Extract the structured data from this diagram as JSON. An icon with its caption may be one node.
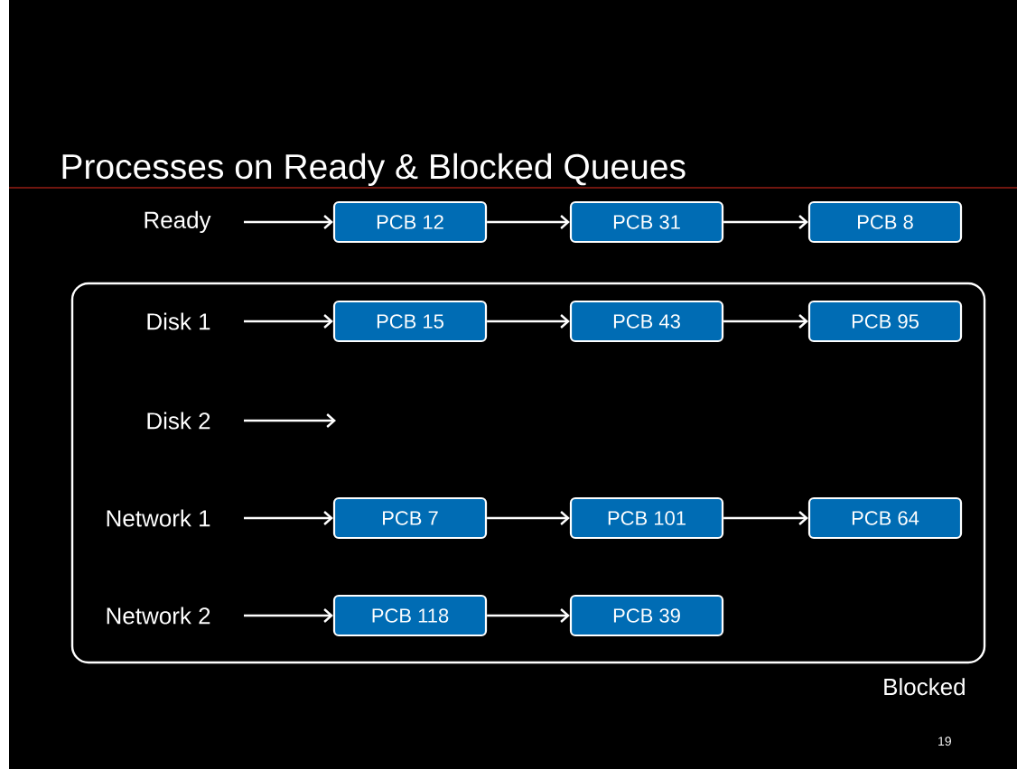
{
  "diagram": {
    "title": "Processes on Ready & Blocked Queues",
    "nodes": [
      {
        "text": [
          "Ready"
        ]
      },
      {
        "text": [
          "PCB 12"
        ]
      },
      {
        "text": [
          "PCB 31"
        ]
      },
      {
        "text": [
          "PCB 8"
        ]
      },
      {
        "text": [
          "Blocked"
        ]
      },
      {
        "text": [
          "Disk 1"
        ],
        "in": 4
      },
      {
        "text": [
          "PCB 15"
        ],
        "in": 4
      },
      {
        "text": [
          "PCB 43"
        ],
        "in": 4
      },
      {
        "text": [
          "PCB 95"
        ],
        "in": 4
      },
      {
        "text": [
          "Disk 2"
        ],
        "in": 4
      },
      {
        "text": [
          "Network 1"
        ],
        "in": 4
      },
      {
        "text": [
          "PCB 7"
        ],
        "in": 4
      },
      {
        "text": [
          "PCB 101"
        ],
        "in": 4
      },
      {
        "text": [
          "PCB 64"
        ],
        "in": 4
      },
      {
        "text": [
          "Network 2"
        ],
        "in": 4
      },
      {
        "text": [
          "PCB 118"
        ],
        "in": 4
      },
      {
        "text": [
          "PCB 39"
        ],
        "in": 4
      }
    ],
    "edges": [
      {
        "from": 0,
        "to": 1,
        "arrow": "to"
      },
      {
        "from": 1,
        "to": 2,
        "arrow": "to"
      },
      {
        "from": 2,
        "to": 3,
        "arrow": "to"
      },
      {
        "from": 5,
        "to": 6,
        "arrow": "to"
      },
      {
        "from": 6,
        "to": 7,
        "arrow": "to"
      },
      {
        "from": 7,
        "to": 8,
        "arrow": "to"
      },
      {
        "from": 9,
        "to": null,
        "arrow": "to"
      },
      {
        "from": 10,
        "to": 11,
        "arrow": "to"
      },
      {
        "from": 11,
        "to": 12,
        "arrow": "to"
      },
      {
        "from": 12,
        "to": 13,
        "arrow": "to"
      },
      {
        "from": 14,
        "to": 15,
        "arrow": "to"
      },
      {
        "from": 15,
        "to": 16,
        "arrow": "to"
      }
    ],
    "labels": [
      "19"
    ]
  }
}
